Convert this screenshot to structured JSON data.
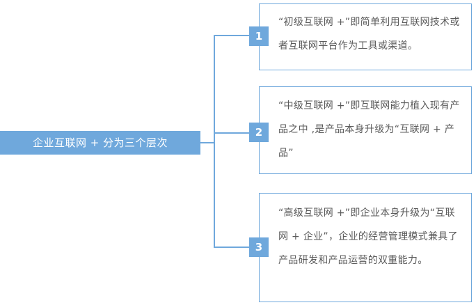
{
  "root": {
    "label": "企业互联网 + 分为三个层次",
    "color": "#6fa8dc",
    "text_color": "#ffffff"
  },
  "theme": {
    "accent": "#6fa8dc",
    "body_text": "#5a5a5a",
    "background": "#ffffff"
  },
  "items": [
    {
      "number": "1",
      "text": "“初级互联网 +”即简单利用互联网技术或者互联网平台作为工具或渠道。"
    },
    {
      "number": "2",
      "text": "“中级互联网 +”即互联网能力植入现有产品之中 ,是产品本身升级为“互联网 + 产品”"
    },
    {
      "number": "3",
      "text": "“高级互联网 +”即企业本身升级为“互联网 + 企业”，企业的经营管理模式兼具了产品研发和产品运营的双重能力。"
    }
  ]
}
